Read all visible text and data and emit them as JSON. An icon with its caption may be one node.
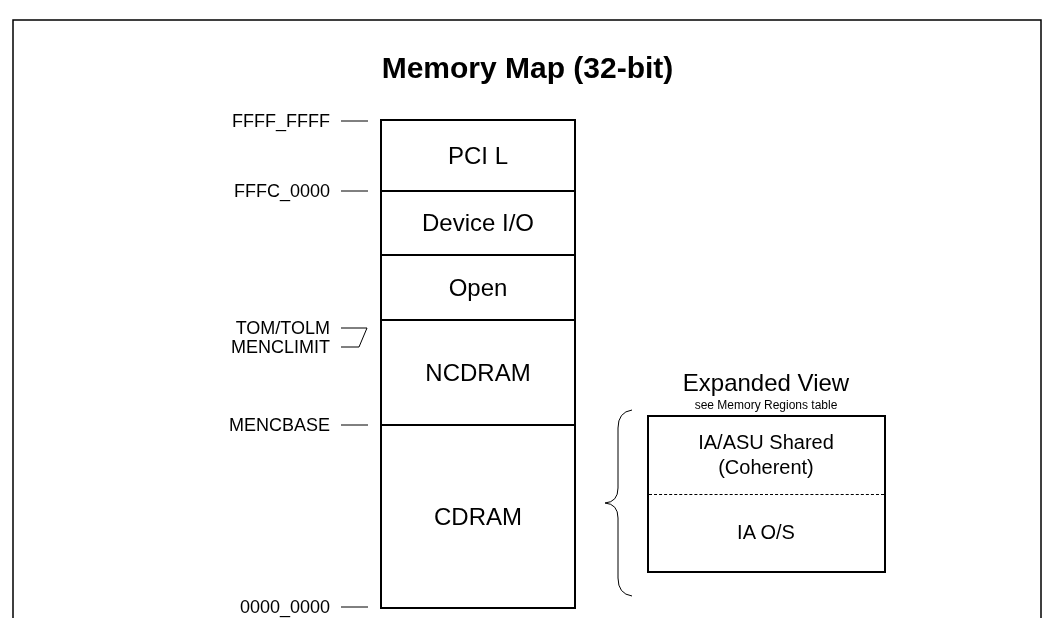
{
  "diagram": {
    "title": "Memory Map (32-bit)",
    "nodes": [
      {
        "text": [
          "PCI L"
        ]
      },
      {
        "text": [
          "Device I/O"
        ]
      },
      {
        "text": [
          "Open"
        ]
      },
      {
        "text": [
          "NCDRAM"
        ]
      },
      {
        "text": [
          "CDRAM"
        ]
      },
      {
        "text": [
          "Expanded View",
          "see Memory Regions table"
        ]
      },
      {
        "text": [
          "IA/ASU Shared (Coherent)"
        ],
        "in": 5
      },
      {
        "text": [
          "IA O/S"
        ],
        "in": 5
      }
    ],
    "labels": [
      "FFFF_FFFF",
      "FFFC_0000",
      "TOM/TOLM",
      "MENCLIMIT",
      "MENCBASE",
      "0000_0000"
    ]
  }
}
